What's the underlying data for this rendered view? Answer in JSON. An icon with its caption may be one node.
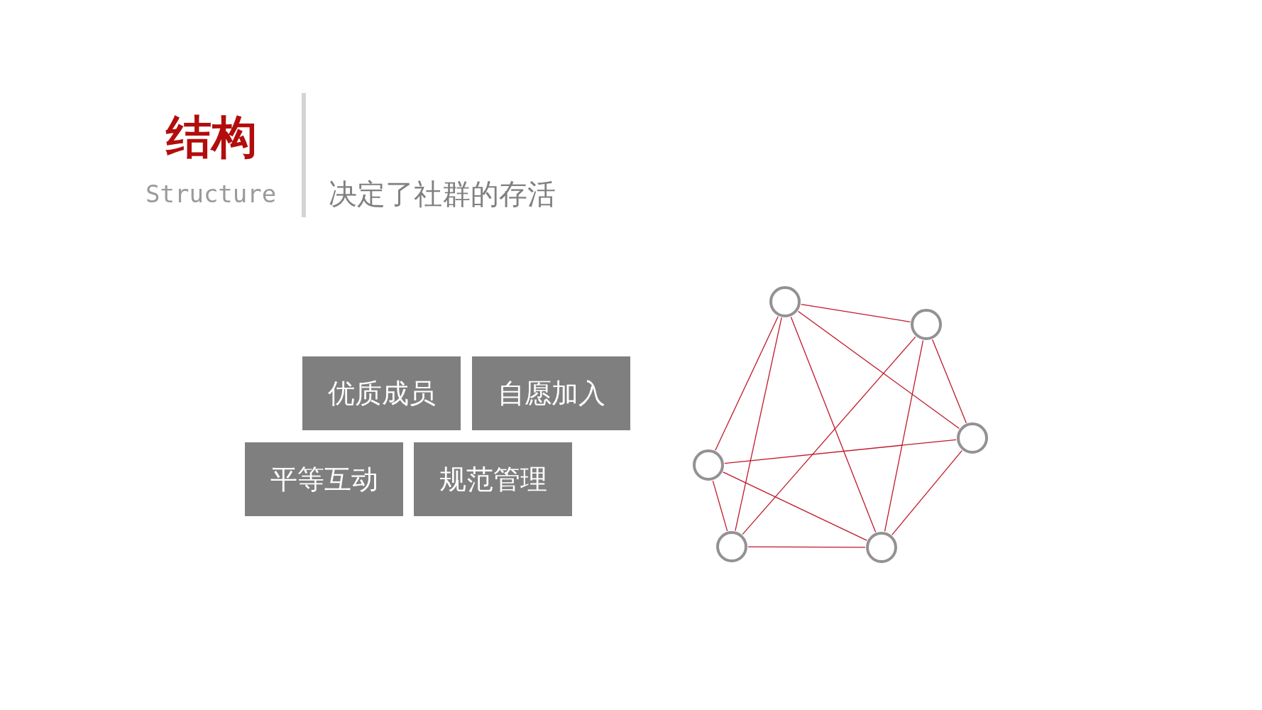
{
  "diagram": {
    "title": "结构",
    "nodes": [
      {
        "text": [
          "优质成员"
        ]
      },
      {
        "text": [
          "自愿加入"
        ]
      },
      {
        "text": [
          "平等互动"
        ]
      },
      {
        "text": [
          "规范管理"
        ]
      },
      {
        "text": [],
        "shape": "circle"
      },
      {
        "text": [],
        "shape": "circle"
      },
      {
        "text": [],
        "shape": "circle"
      },
      {
        "text": [],
        "shape": "circle"
      },
      {
        "text": [],
        "shape": "circle"
      },
      {
        "text": [],
        "shape": "circle"
      }
    ],
    "edges": [
      {
        "from": 4,
        "to": 5,
        "arrow": "none"
      },
      {
        "from": 4,
        "to": 7,
        "arrow": "none"
      },
      {
        "from": 4,
        "to": 8,
        "arrow": "none"
      },
      {
        "from": 4,
        "to": 9,
        "arrow": "none"
      },
      {
        "from": 4,
        "to": 6,
        "arrow": "none"
      },
      {
        "from": 5,
        "to": 6,
        "arrow": "none"
      },
      {
        "from": 5,
        "to": 8,
        "arrow": "none"
      },
      {
        "from": 5,
        "to": 9,
        "arrow": "none"
      },
      {
        "from": 6,
        "to": 7,
        "arrow": "none"
      },
      {
        "from": 6,
        "to": 9,
        "arrow": "none"
      },
      {
        "from": 7,
        "to": 8,
        "arrow": "none"
      },
      {
        "from": 7,
        "to": 9,
        "arrow": "none"
      },
      {
        "from": 8,
        "to": 9,
        "arrow": "none"
      }
    ],
    "labels": [
      "Structure",
      "决定了社群的存活"
    ]
  }
}
